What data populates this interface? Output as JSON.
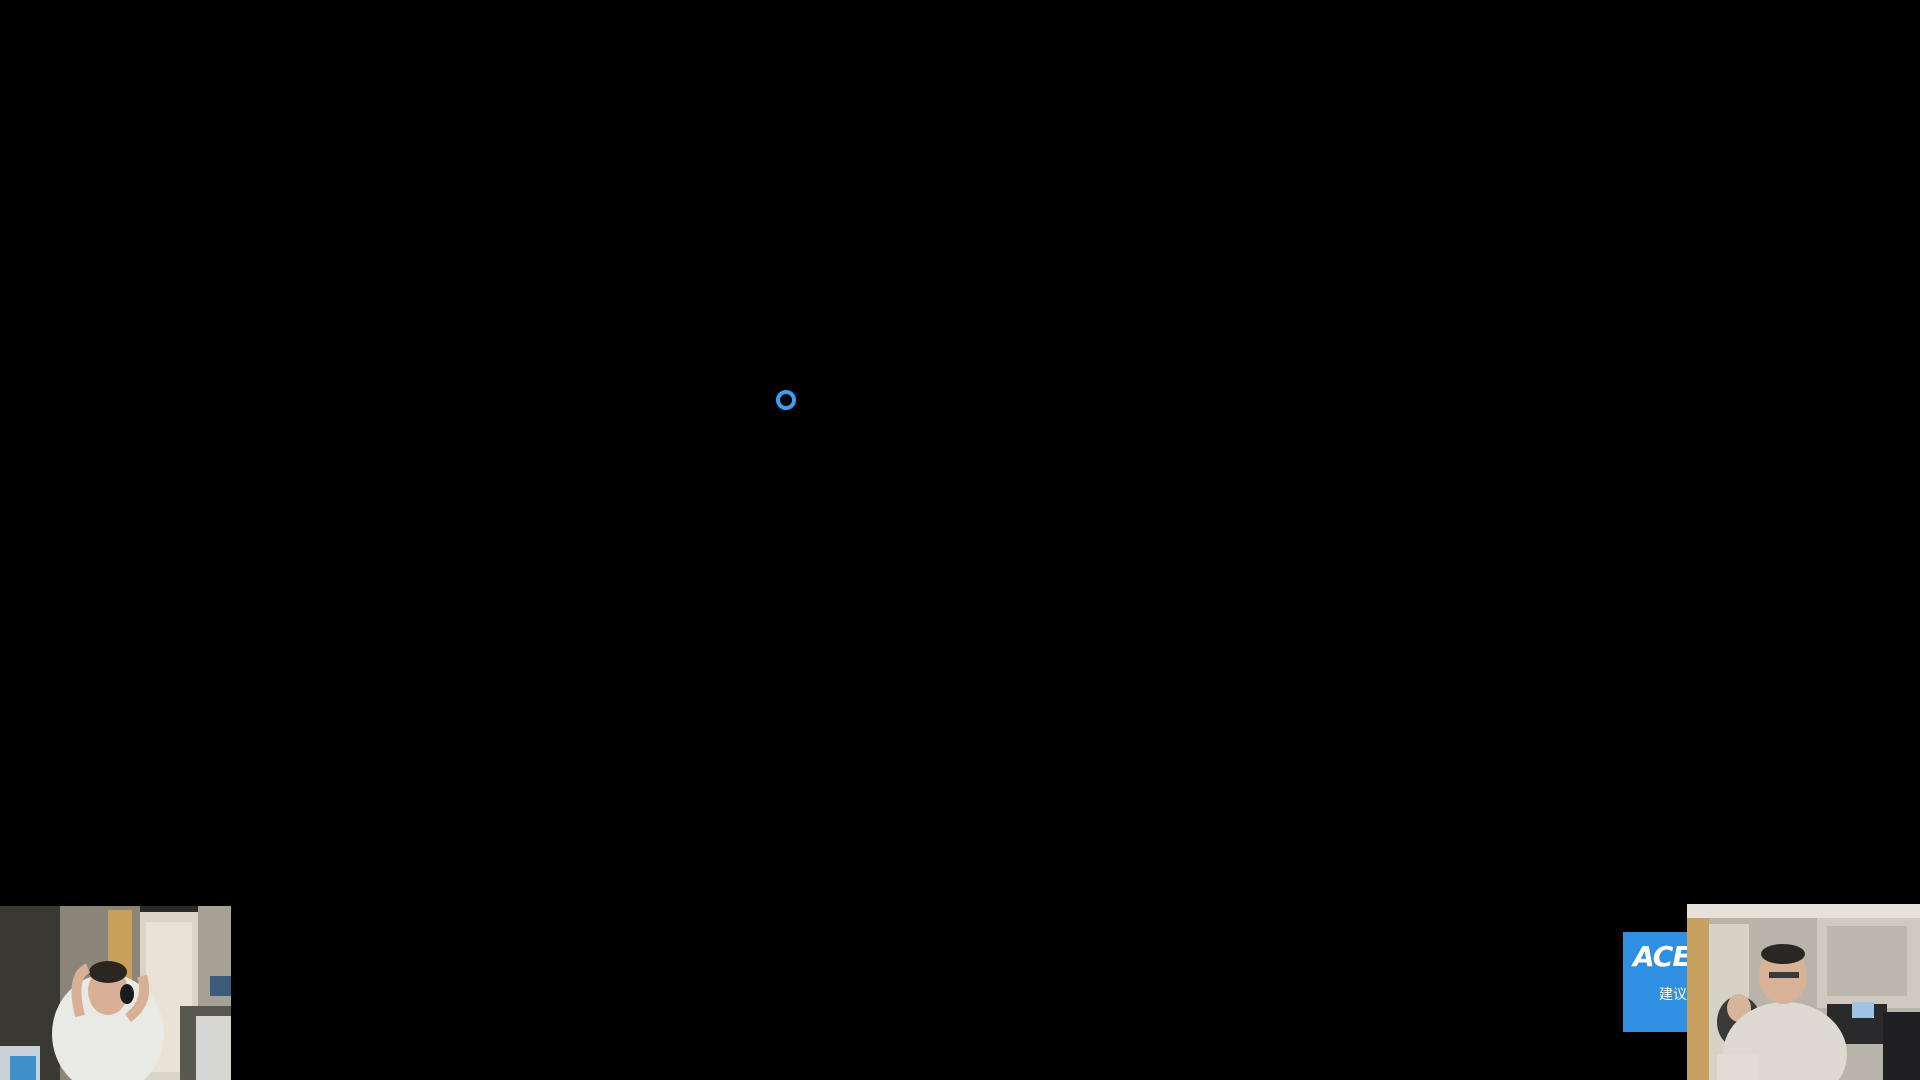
{
  "screen": {
    "background": "#000000",
    "state": "loading"
  },
  "spinner": {
    "icon": "loading-spinner-icon",
    "color": "#3aa0ee"
  },
  "webcams": [
    {
      "id": "left",
      "label": "webcam-feed-left"
    },
    {
      "id": "right",
      "label": "webcam-feed-right"
    }
  ],
  "ace_badge": {
    "logo_text": "ACE",
    "text": "建议",
    "background": "#2f8fe0"
  }
}
